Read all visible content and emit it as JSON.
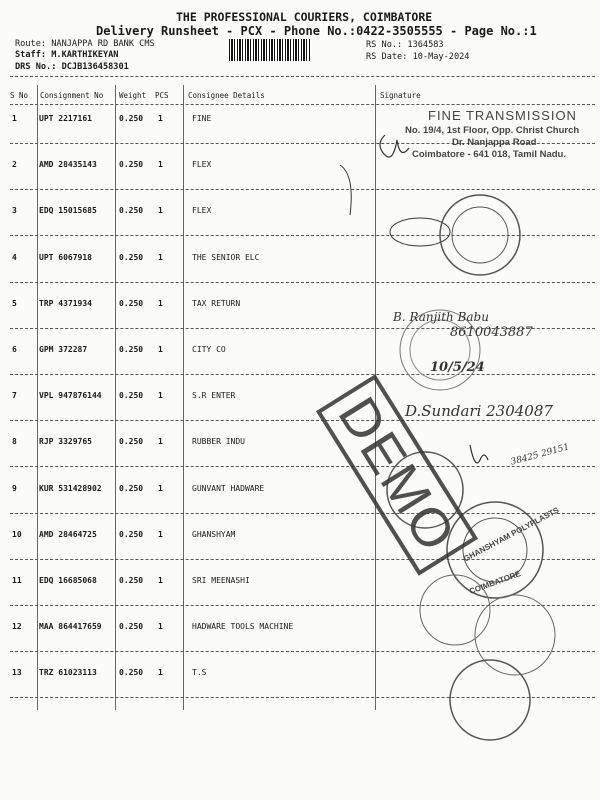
{
  "header": {
    "company": "THE PROFESSIONAL COURIERS, COIMBATORE",
    "subtitle": "Delivery Runsheet - PCX - Phone No.:0422-3505555 - Page No.:1",
    "route": "Route: NANJAPPA RD BANK CMS",
    "staff": "Staff: M.KARTHIKEYAN",
    "drs": "DRS No.: DCJB136458301",
    "rs_no": "RS No.: 1364583",
    "rs_date": "RS Date: 10-May-2024"
  },
  "table": {
    "columns": [
      "S No",
      "Consignment No",
      "Weight",
      "PCS",
      "Consignee Details",
      "Signature"
    ],
    "rows": [
      {
        "sno": "1",
        "consignment": "UPT 2217161",
        "weight": "0.250",
        "pcs": "1",
        "consignee": "FINE"
      },
      {
        "sno": "2",
        "consignment": "AMD 28435143",
        "weight": "0.250",
        "pcs": "1",
        "consignee": "FLEX"
      },
      {
        "sno": "3",
        "consignment": "EDQ 15015685",
        "weight": "0.250",
        "pcs": "1",
        "consignee": "FLEX"
      },
      {
        "sno": "4",
        "consignment": "UPT 6067918",
        "weight": "0.250",
        "pcs": "1",
        "consignee": "THE SENIOR ELC"
      },
      {
        "sno": "5",
        "consignment": "TRP 4371934",
        "weight": "0.250",
        "pcs": "1",
        "consignee": "TAX RETURN"
      },
      {
        "sno": "6",
        "consignment": "GPM 372287",
        "weight": "0.250",
        "pcs": "1",
        "consignee": "CITY CO"
      },
      {
        "sno": "7",
        "consignment": "VPL 947876144",
        "weight": "0.250",
        "pcs": "1",
        "consignee": "S.R ENTER"
      },
      {
        "sno": "8",
        "consignment": "RJP 3329765",
        "weight": "0.250",
        "pcs": "1",
        "consignee": "RUBBER INDU"
      },
      {
        "sno": "9",
        "consignment": "KUR 531428902",
        "weight": "0.250",
        "pcs": "1",
        "consignee": "GUNVANT HADWARE"
      },
      {
        "sno": "10",
        "consignment": "AMD 28464725",
        "weight": "0.250",
        "pcs": "1",
        "consignee": "GHANSHYAM"
      },
      {
        "sno": "11",
        "consignment": "EDQ 16685068",
        "weight": "0.250",
        "pcs": "1",
        "consignee": "SRI MEENASHI"
      },
      {
        "sno": "12",
        "consignment": "MAA 864417659",
        "weight": "0.250",
        "pcs": "1",
        "consignee": "HADWARE TOOLS MACHINE"
      },
      {
        "sno": "13",
        "consignment": "TRZ 61023113",
        "weight": "0.250",
        "pcs": "1",
        "consignee": "T.S"
      }
    ]
  },
  "stamps": {
    "fine_title": "FINE TRANSMISSION",
    "fine_line1": "No. 19/4, 1st Floor, Opp. Christ Church",
    "fine_line2": "Dr. Nanjappa Road",
    "fine_line3": "Coimbatore - 641 018, Tamil Nadu.",
    "ghanshyam": "GHANSHYAM POLYPLASTS",
    "ghanshyam_city": "COIMBATORE",
    "watermark": "DEMO"
  },
  "handwriting": {
    "sig5": "B. Ranjith Babu",
    "sig5_phone": "8610043887",
    "sig6_date": "10/5/24",
    "sig7": "D.Sundari 2304087",
    "sig8_num": "38425 29151"
  }
}
